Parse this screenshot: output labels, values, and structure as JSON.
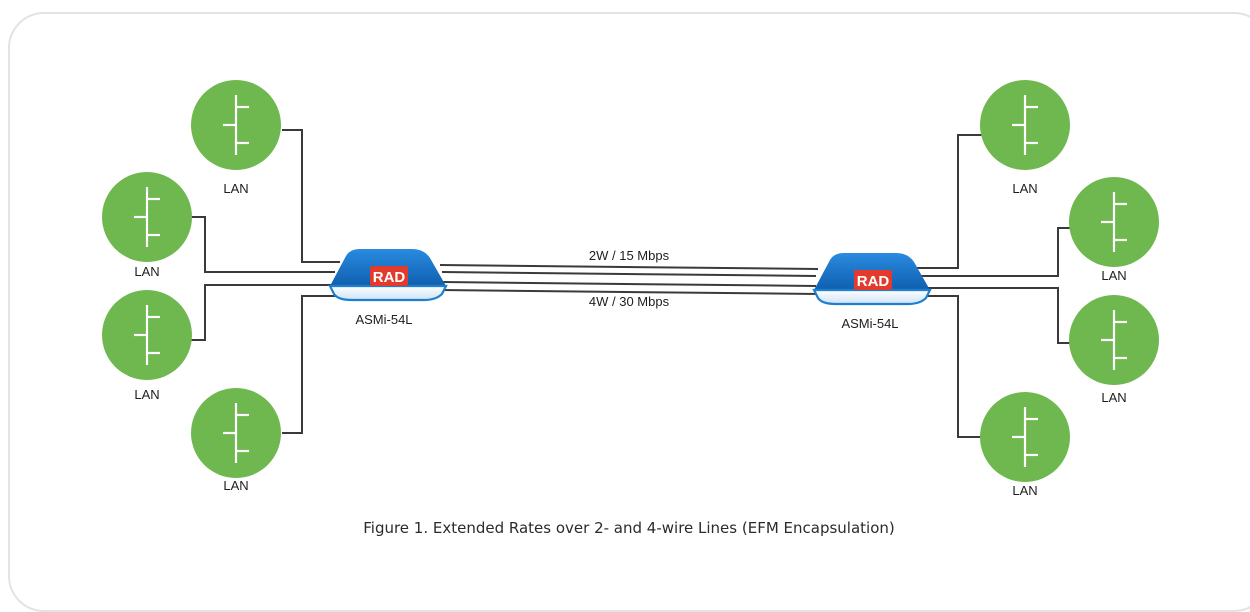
{
  "figure": {
    "caption": "Figure 1.  Extended Rates over 2- and 4-wire Lines (EFM Encapsulation)"
  },
  "devices": {
    "left": {
      "name": "ASMi-54L",
      "logo": "RAD"
    },
    "right": {
      "name": "ASMi-54L",
      "logo": "RAD"
    }
  },
  "links": {
    "top": "2W / 15 Mbps",
    "bottom": "4W / 30 Mbps"
  },
  "lans": {
    "left": [
      "LAN",
      "LAN",
      "LAN",
      "LAN"
    ],
    "right": [
      "LAN",
      "LAN",
      "LAN",
      "LAN"
    ]
  },
  "colors": {
    "lan_hub": "#6fb84f",
    "device_body": "#1e7fd0",
    "logo": "#e23a2c",
    "wire": "#3a3a3a"
  },
  "icons": {
    "lan": "ethernet-hub-icon",
    "device": "asmi-modem-icon"
  }
}
